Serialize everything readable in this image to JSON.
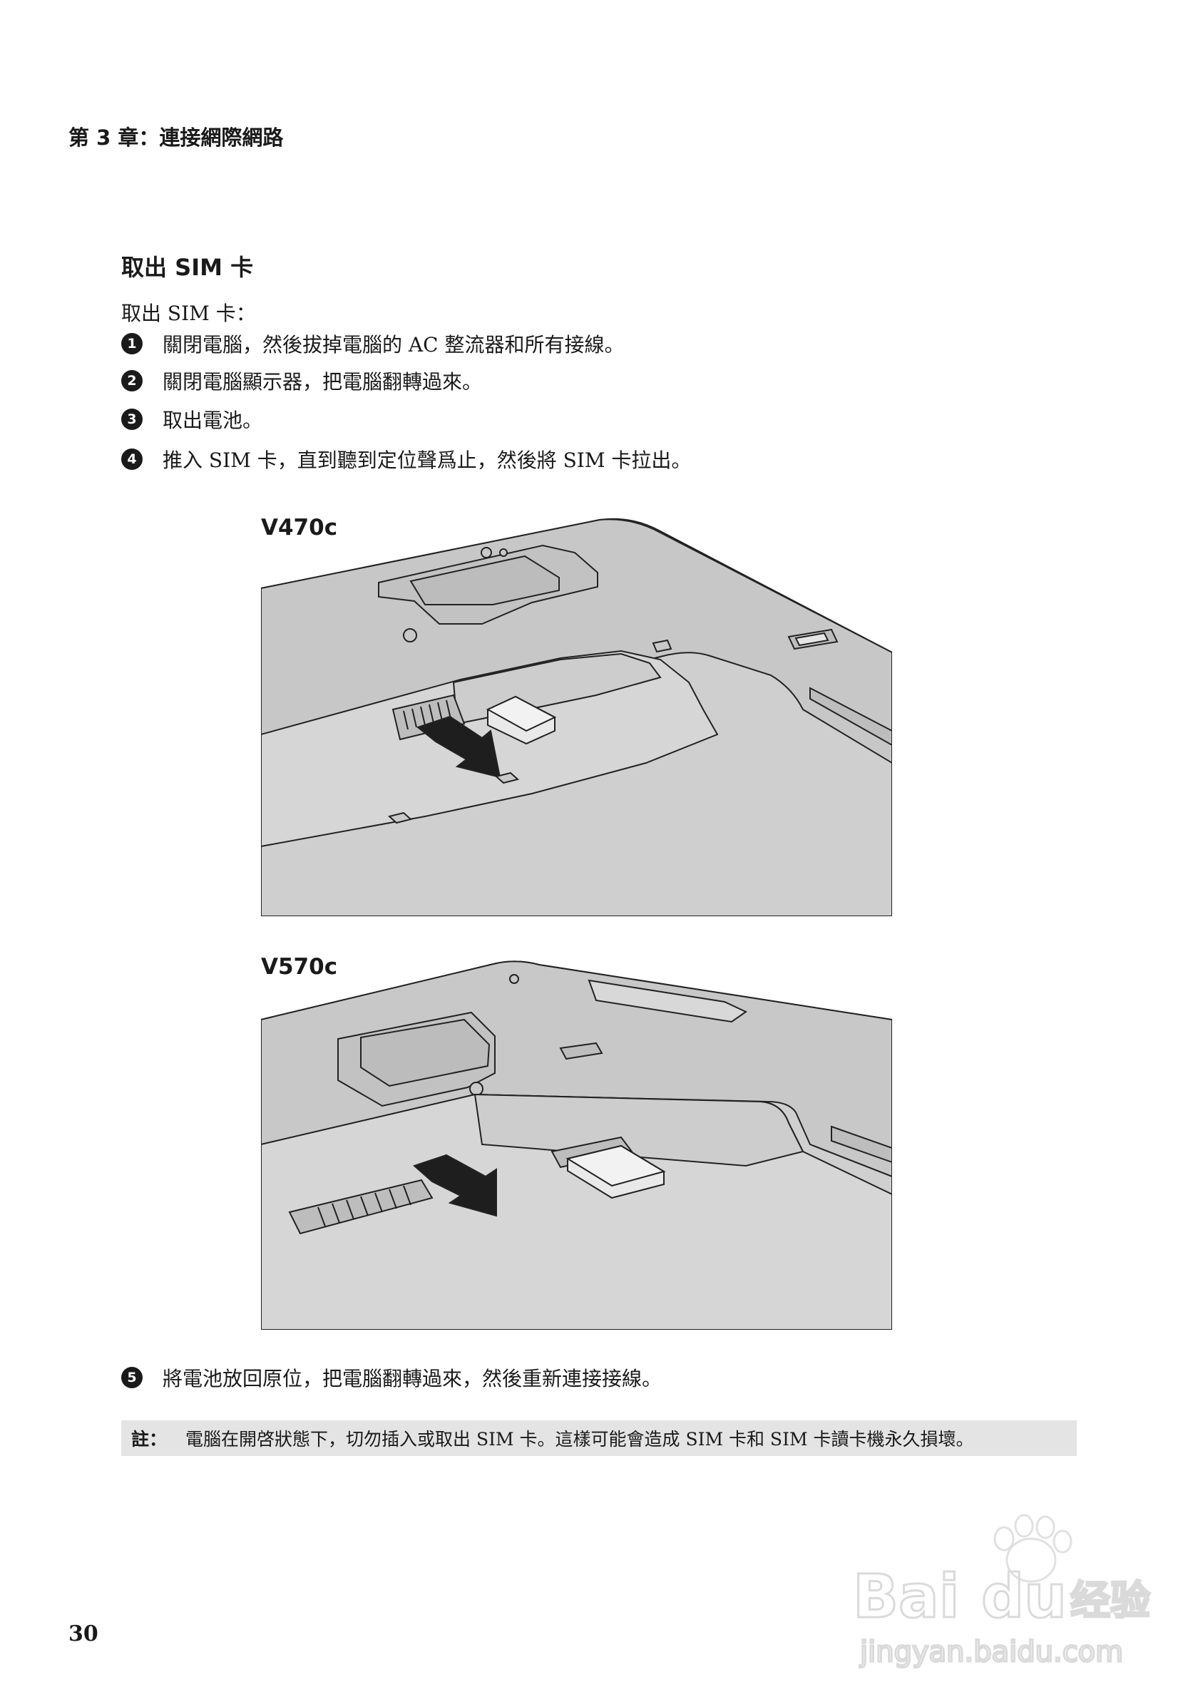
{
  "header": {
    "chapter": "第 3 章：連接網際網路"
  },
  "section": {
    "title": "取出 SIM 卡",
    "intro": "取出 SIM 卡："
  },
  "steps": [
    {
      "num": "1",
      "text": "關閉電腦，然後拔掉電腦的 AC 整流器和所有接線。"
    },
    {
      "num": "2",
      "text": "關閉電腦顯示器，把電腦翻轉過來。"
    },
    {
      "num": "3",
      "text": "取出電池。"
    },
    {
      "num": "4",
      "text": "推入 SIM 卡，直到聽到定位聲爲止，然後將 SIM 卡拉出。"
    },
    {
      "num": "5",
      "text": "將電池放回原位，把電腦翻轉過來，然後重新連接接線。"
    }
  ],
  "figures": [
    {
      "model": "V470c"
    },
    {
      "model": "V570c"
    }
  ],
  "note": {
    "label": "註：",
    "text": "電腦在開啓狀態下，切勿插入或取出 SIM 卡。這樣可能會造成 SIM 卡和 SIM 卡讀卡機永久損壞。"
  },
  "footer": {
    "page_number": "30"
  },
  "watermark": {
    "logo": "Bai du 经验",
    "url": "jingyan.baidu.com"
  }
}
